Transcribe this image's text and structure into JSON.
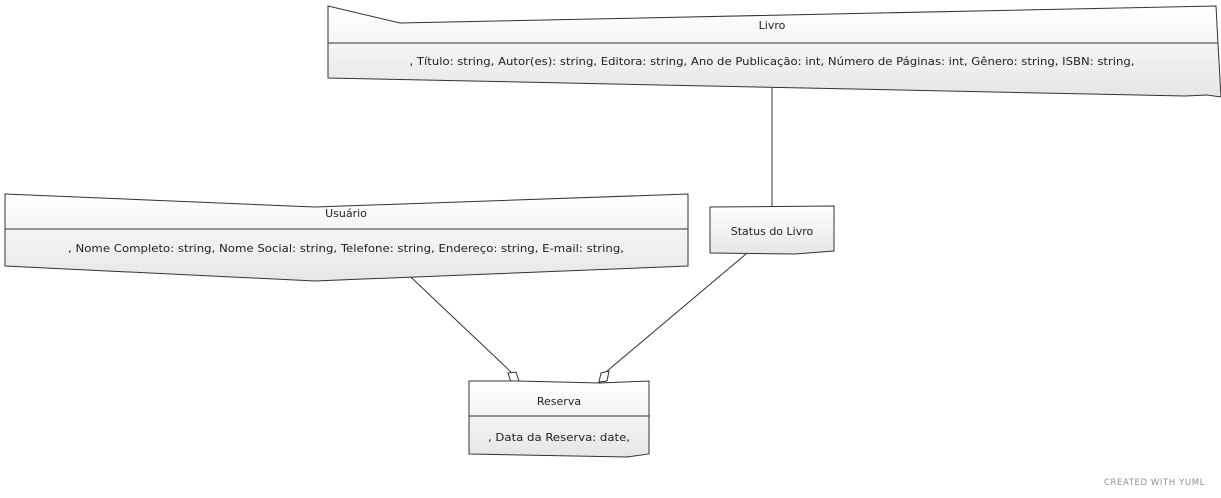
{
  "classes": {
    "livro": {
      "name": "Livro",
      "attributes": ", Título: string, Autor(es): string, Editora: string, Ano de Publicação: int, Número de Páginas: int, Gênero: string, ISBN: string,"
    },
    "usuario": {
      "name": "Usuário",
      "attributes": ", Nome Completo: string, Nome Social: string, Telefone: string, Endereço: string, E-mail: string,"
    },
    "status_livro": {
      "name": "Status do Livro"
    },
    "reserva": {
      "name": "Reserva",
      "attributes": ", Data da Reserva: date,"
    }
  },
  "watermark": "CREATED WITH YUML",
  "colors": {
    "node_fill_top": "#ffffff",
    "node_fill_bottom": "#e8e8e8",
    "stroke": "#333333",
    "watermark": "#8a8f9a"
  }
}
